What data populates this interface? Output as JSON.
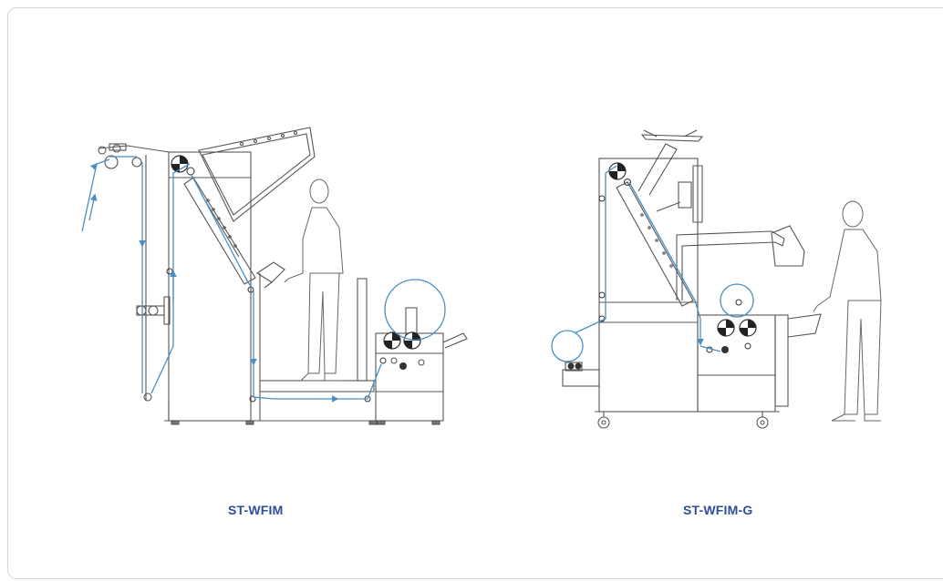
{
  "labels": {
    "left_machine": "ST-WFIM",
    "right_machine": "ST-WFIM-G"
  },
  "colors": {
    "caption": "#2d4f9a",
    "line": "#555555",
    "fabric_path": "#4a8fc4",
    "frame_border": "#d6d6d6"
  },
  "icons": {
    "operator": "person-silhouette",
    "roller": "roller-quadrant-icon",
    "caster": "caster-wheel-icon"
  }
}
